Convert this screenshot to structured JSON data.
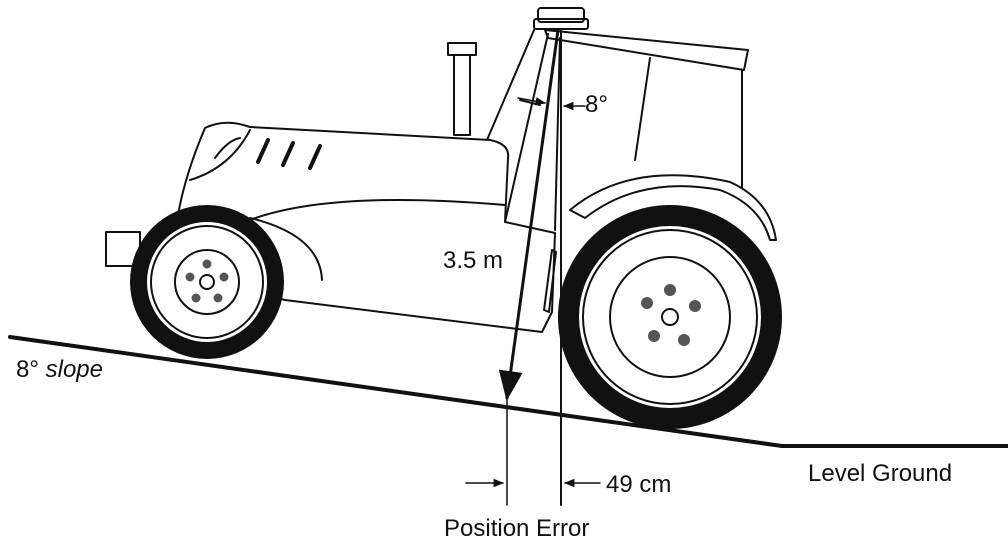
{
  "labels": {
    "angle": "8°",
    "height": "3.5 m",
    "slope_value": "8°",
    "slope_word": "slope",
    "error_value": "49 cm",
    "level_ground": "Level Ground",
    "position_error": "Position Error"
  },
  "colors": {
    "ink": "#111111",
    "tire": "#111111",
    "hub": "#d8d8d8",
    "background": "#ffffff"
  }
}
